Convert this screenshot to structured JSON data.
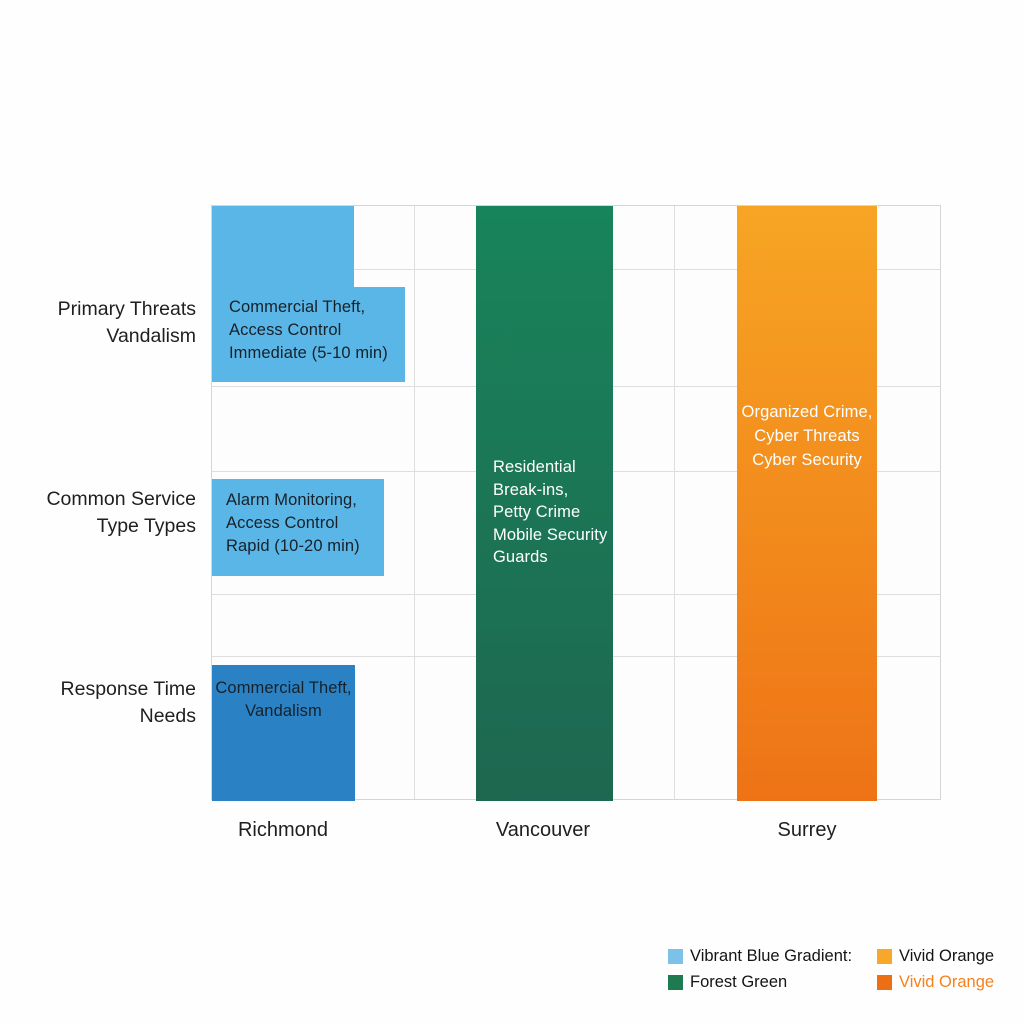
{
  "chart_data": {
    "type": "bar",
    "title": "",
    "categories": [
      "Richmond",
      "Vancouver",
      "Surrey"
    ],
    "rows": [
      "Primary Threats\nVandalism",
      "Common Service\nType Types",
      "Response Time\nNeeds"
    ],
    "x_labels": [
      "Richmond",
      "Vancouver",
      "Surrey"
    ],
    "cells": {
      "richmond": {
        "primary_threats": "Commercial Theft,\nAccess Control\nImmediate (5-10 min)",
        "service_types": "Alarm Monitoring,\nAccess Control\nRapid (10-20 min)",
        "response_time": "Commercial Theft,\nVandalism"
      },
      "vancouver": "Residential\nBreak-ins,\nPetty Crime\nMobile Security\nGuards",
      "surrey": "Organized Crime,\nCyber Threats\nCyber Security"
    },
    "series": [
      {
        "name": "Richmond",
        "coverage": "three separate blocks, one per row",
        "color": "light blue / dark blue"
      },
      {
        "name": "Vancouver",
        "coverage": "full height",
        "color": "forest green gradient"
      },
      {
        "name": "Surrey",
        "coverage": "full height",
        "color": "vivid orange gradient"
      }
    ],
    "colors": {
      "light_blue": "#5ab6e6",
      "dark_blue": "#2a82c4",
      "green_top": "#18845b",
      "green_bottom": "#1e6750",
      "orange_top": "#f7a524",
      "orange_bottom": "#ee7316"
    },
    "legend": {
      "items": [
        {
          "label": "Vibrant Blue Gradient:",
          "swatch": "#7cc2e8",
          "text_color": "#141414"
        },
        {
          "label": "Forest Green",
          "swatch": "#1e7a50",
          "text_color": "#141414"
        },
        {
          "label": "Vivid Orange",
          "swatch": "#f7a729",
          "text_color": "#141414"
        },
        {
          "label": "Vivid Orange",
          "swatch": "#ed6f15",
          "text_color": "#f5821f"
        }
      ]
    },
    "grid": true,
    "legend_position": "bottom-right"
  }
}
